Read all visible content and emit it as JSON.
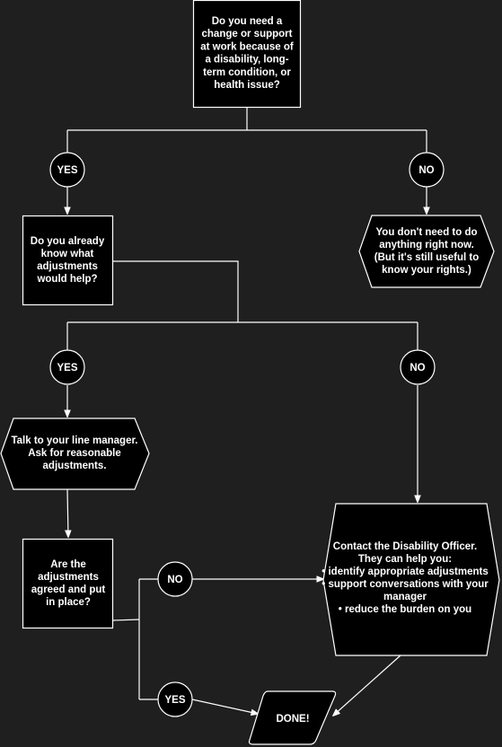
{
  "colors": {
    "background": "#1f1f1f",
    "shape_fill": "#000000",
    "stroke": "#ffffff",
    "text": "#ffffff"
  },
  "nodes": {
    "q_need_change": [
      "Do you need a",
      "change or support",
      "at work because of",
      "a disability, long-",
      "term condition, or",
      "health issue?"
    ],
    "yes_1": "YES",
    "no_1": "NO",
    "no_action": [
      "You don't need to do",
      "anything right now.",
      "(But it's still useful to",
      "know your rights.)"
    ],
    "q_know_adjustments": [
      "Do you already",
      "know what",
      "adjustments",
      "would help?"
    ],
    "yes_2": "YES",
    "no_2": "NO",
    "talk_manager": [
      "Talk to your line manager.",
      "Ask for reasonable",
      "adjustments."
    ],
    "q_agreed": [
      "Are the",
      "adjustments",
      "agreed and put",
      "in place?"
    ],
    "no_3": "NO",
    "yes_3": "YES",
    "disability_officer": [
      "Contact the Disability Officer.",
      "They can help you:",
      "• identify appropriate adjustments",
      "• support conversations with your",
      "manager",
      "• reduce the burden on you"
    ],
    "done": "DONE!"
  }
}
